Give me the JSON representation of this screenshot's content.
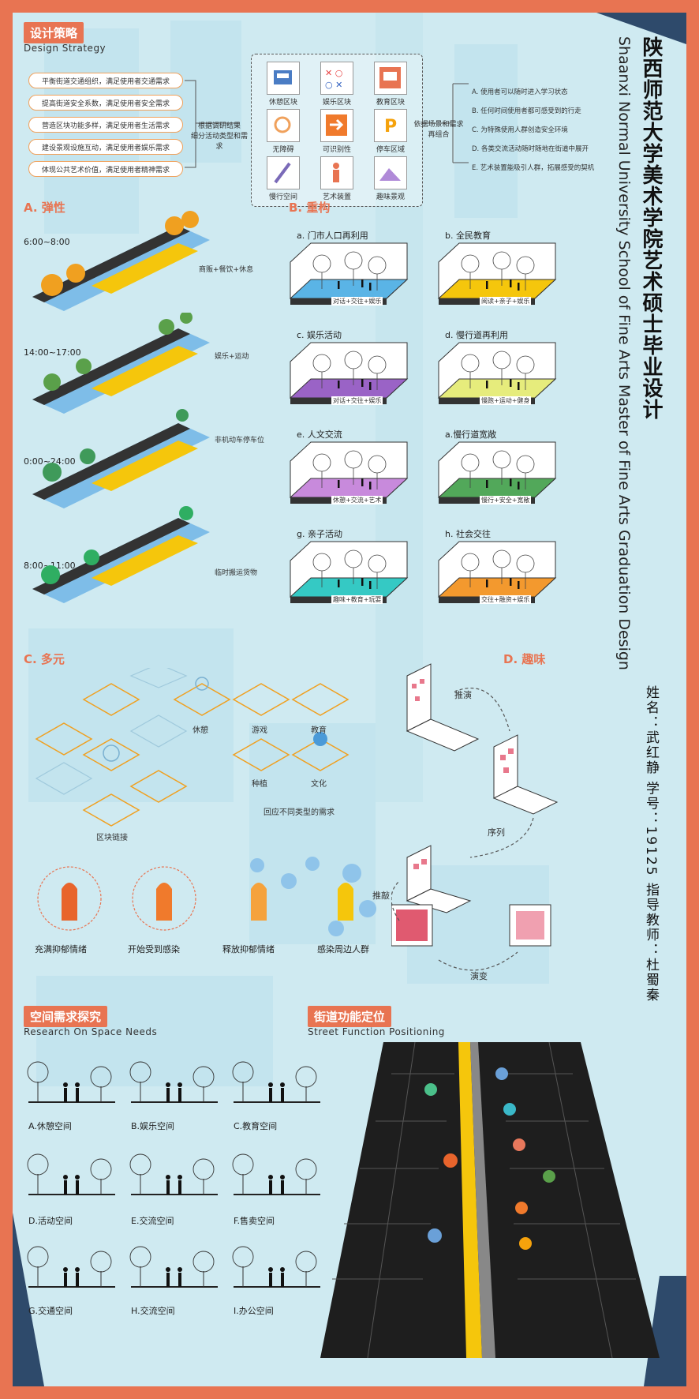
{
  "title_cn": "陕西师范大学美术学院艺术硕士毕业设计",
  "title_en": "Shaanxi Normal University School of Fine Arts Master of Fine Arts Graduation Design",
  "student": {
    "name_label": "姓名：",
    "name": "武红静",
    "id_label": "学号：",
    "id": "19125",
    "advisor_label": "指导教师：",
    "advisor": "杜蜀秦"
  },
  "strategy": {
    "title": "设计策略",
    "subtitle": "Design Strategy",
    "pills": [
      "平衡街道交通组织，满足使用者交通需求",
      "提高街道安全系数，满足使用者安全需求",
      "营造区块功能多样，满足使用者生活需求",
      "建设景观设施互动，满足使用者娱乐需求",
      "体现公共艺术价值，满足使用者精神需求"
    ],
    "mid_text_1": "根据调研结果",
    "mid_text_2": "细分活动类型和需求",
    "icons": [
      "休憩区块",
      "娱乐区块",
      "教育区块",
      "无障碍",
      "可识别性",
      "停车区域",
      "慢行空间",
      "艺术装置",
      "趣味景观"
    ],
    "right_text_1": "依据场景和需求",
    "right_text_2": "再组合",
    "list": [
      "A. 使用者可以随时进入学习状态",
      "B. 任何时间使用者都可感受到的行走",
      "C. 为特殊使用人群创造安全环境",
      "D. 各类交流活动随时随地在街道中展开",
      "E. 艺术装置能吸引人群，拓展感受的契机"
    ]
  },
  "elastic": {
    "title": "A. 弹性",
    "rows": [
      {
        "time": "6:00~8:00",
        "label": "商贩+餐饮+休息"
      },
      {
        "time": "14:00~17:00",
        "label": "娱乐+运动"
      },
      {
        "time": "0:00~24:00",
        "label": "非机动车停车位"
      },
      {
        "time": "8:00~11:00",
        "label": "临时搬运货物"
      }
    ]
  },
  "restructure": {
    "title": "B. 重构",
    "boxes": [
      {
        "title": "a. 门市人口再利用",
        "caption": "对话+交往+娱乐",
        "color": "#5ab4e6"
      },
      {
        "title": "b. 全民教育",
        "caption": "阅读+亲子+娱乐",
        "color": "#f5c60c"
      },
      {
        "title": "c. 娱乐活动",
        "caption": "对话+交往+娱乐",
        "color": "#9a63c6"
      },
      {
        "title": "d. 慢行道再利用",
        "caption": "慢跑+运动+健身",
        "color": "#e6ec7c"
      },
      {
        "title": "e. 人文交流",
        "caption": "休憩+交流+艺术",
        "color": "#c88adc"
      },
      {
        "title": "a.慢行道宽敞",
        "caption": "慢行+安全+宽敞",
        "color": "#52a85a"
      },
      {
        "title": "g. 亲子活动",
        "caption": "趣味+教育+玩耍",
        "color": "#35c9c4"
      },
      {
        "title": "h. 社会交往",
        "caption": "交往+融资+娱乐",
        "color": "#f3992e"
      }
    ]
  },
  "diverse": {
    "title": "C. 多元",
    "hex_labels": [
      "休憩",
      "游戏",
      "教育",
      "种植",
      "文化"
    ],
    "link_label": "区块链接",
    "respond_label": "回应不同类型的需求",
    "emotions": [
      "充满抑郁情绪",
      "开始受到感染",
      "释放抑郁情绪",
      "感染周边人群"
    ]
  },
  "fun": {
    "title": "D. 趣味",
    "steps": [
      "推演",
      "序列",
      "推敲",
      "演变"
    ]
  },
  "needs": {
    "title": "空间需求探究",
    "subtitle": "Research On Space Needs",
    "items": [
      "A.休憩空间",
      "B.娱乐空间",
      "C.教育空间",
      "D.活动空间",
      "E.交流空间",
      "F.售卖空间",
      "G.交通空间",
      "H.交流空间",
      "I.办公空间"
    ]
  },
  "street": {
    "title": "街道功能定位",
    "subtitle": "Street Function Positioning"
  },
  "colors": {
    "accent": "#e87452",
    "navy": "#2e4a6b",
    "yellow": "#f5c60c",
    "blue": "#5ab4e6"
  }
}
